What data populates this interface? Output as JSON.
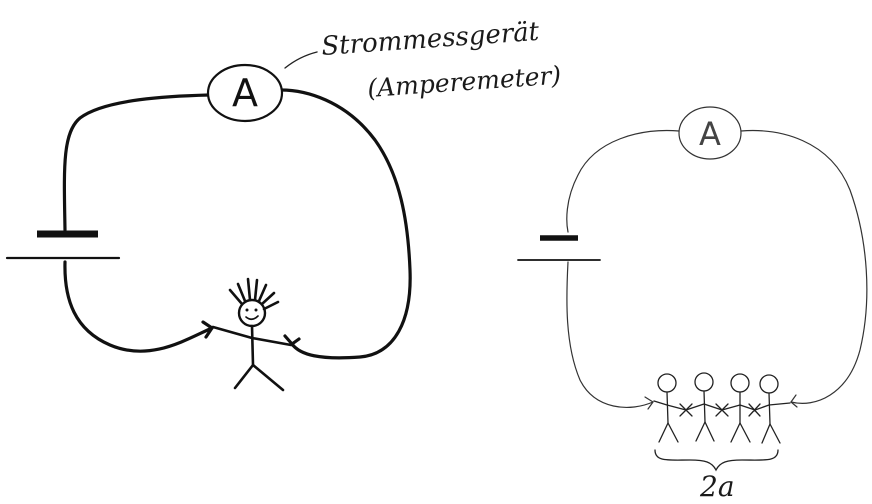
{
  "left_circuit": {
    "meter_symbol": "A",
    "annotation_line1": "Strommessgerät",
    "annotation_line2": "(Amperemeter)"
  },
  "right_circuit": {
    "meter_symbol": "A",
    "group_label": "2a"
  },
  "colors": {
    "ink": "#111111",
    "paper": "#ffffff"
  }
}
